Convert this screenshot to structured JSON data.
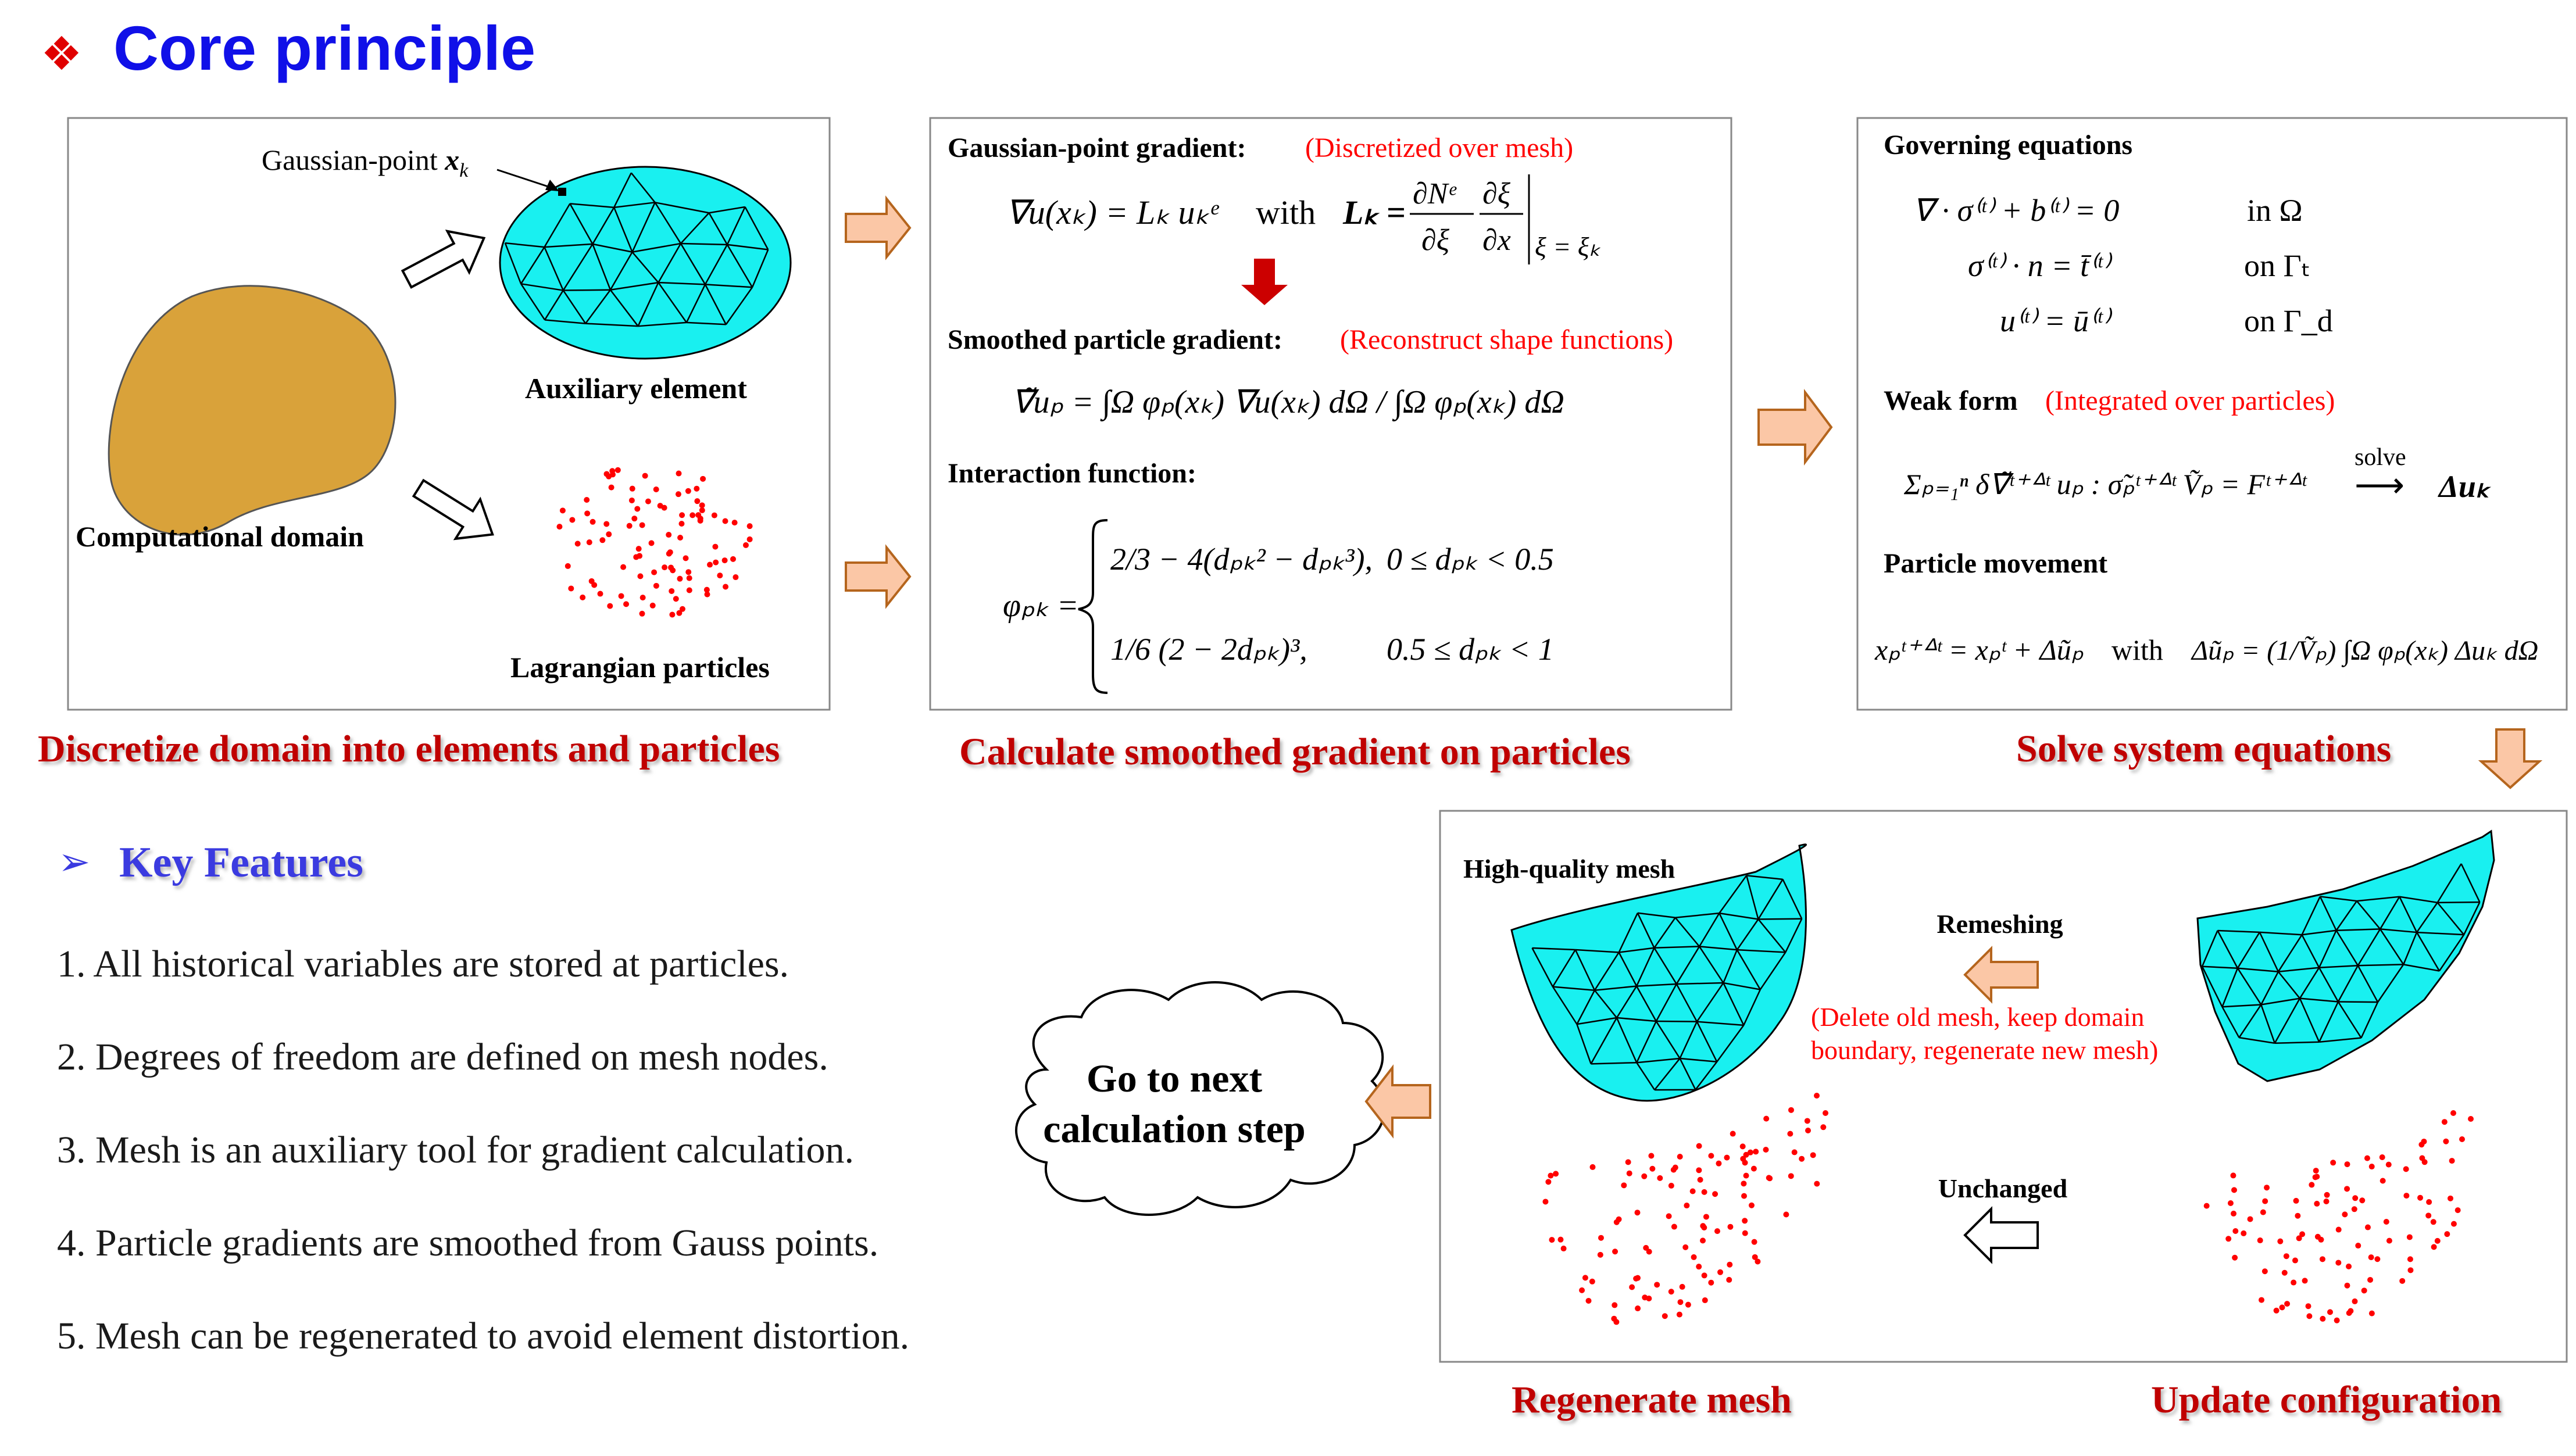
{
  "title": {
    "bullet": "❖",
    "text": "Core principle"
  },
  "step1": {
    "gauss_label": "Gaussian-point ",
    "gauss_sym": "x",
    "gauss_sub": "k",
    "aux_label": "Auxiliary element",
    "domain_label": "Computational domain",
    "particles_label": "Lagrangian particles",
    "caption": "Discretize domain into elements and particles"
  },
  "step2": {
    "gp_title": "Gaussian-point gradient:",
    "gp_note": "(Discretized over mesh)",
    "gp_eq": "∇u(xₖ) = Lₖ uₖᵉ",
    "gp_with": "with",
    "gp_eq2_lhs": "Lₖ =",
    "gp_eq2_num1": "∂Nᵉ",
    "gp_eq2_den1": "∂ξ",
    "gp_eq2_num2": "∂ξ",
    "gp_eq2_den2": "∂x",
    "gp_eq2_eval": "ξ = ξₖ",
    "sp_title": "Smoothed particle gradient:",
    "sp_note": "(Reconstruct shape functions)",
    "sp_eq": "∇̃uₚ = ∫Ω φₚ(xₖ) ∇u(xₖ) dΩ / ∫Ω φₚ(xₖ) dΩ",
    "if_title": "Interaction function:",
    "if_lhs": "φₚₖ =",
    "if_case1": "2/3 − 4(dₚₖ² − dₚₖ³),",
    "if_cond1": "0 ≤ dₚₖ < 0.5",
    "if_case2": "1/6 (2 − 2dₚₖ)³,",
    "if_cond2": "0.5 ≤ dₚₖ < 1",
    "caption": "Calculate smoothed gradient on particles"
  },
  "step3": {
    "gov_title": "Governing equations",
    "gov_eq1": "∇ · σ⁽ᵗ⁾ + b⁽ᵗ⁾ = 0",
    "gov_dom1": "in Ω",
    "gov_eq2": "σ⁽ᵗ⁾ · n = t̄⁽ᵗ⁾",
    "gov_dom2": "on Γₜ",
    "gov_eq3": "u⁽ᵗ⁾ = ū⁽ᵗ⁾",
    "gov_dom3": "on Γ_d",
    "weak_title": "Weak form",
    "weak_note": "(Integrated over particles)",
    "weak_eq": "Σₚ₌₁ⁿ δ∇̃ᵗ⁺ᐞᵗ uₚ : σ̃ₚᵗ⁺ᐞᵗ Ṽₚ = Fᵗ⁺ᐞᵗ",
    "weak_solve": "solve",
    "weak_result": "Δuₖ",
    "move_title": "Particle movement",
    "move_eq": "xₚᵗ⁺ᐞᵗ = xₚᵗ + Δũₚ",
    "move_with": "with",
    "move_eq2": "Δũₚ = (1/Ṽₚ) ∫Ω φₚ(xₖ) Δuₖ dΩ",
    "caption": "Solve system equations"
  },
  "features": {
    "arrow": "➢",
    "title": "Key Features",
    "items": [
      "1. All historical variables are stored at particles.",
      "2. Degrees of freedom are defined on mesh nodes.",
      "3. Mesh is an auxiliary tool for gradient calculation.",
      "4. Particle gradients are smoothed from Gauss points.",
      "5. Mesh can be regenerated to avoid element distortion."
    ]
  },
  "cloud": {
    "line1": "Go to next",
    "line2": "calculation step"
  },
  "step4": {
    "hq_label": "High-quality mesh",
    "remesh_label": "Remeshing",
    "remesh_note1": "(Delete old mesh, keep domain",
    "remesh_note2": "boundary, regenerate new mesh)",
    "unchanged_label": "Unchanged",
    "caption_left": "Regenerate mesh",
    "caption_right": "Update configuration"
  },
  "colors": {
    "title_blue": "#1010e8",
    "caption_red": "#c00000",
    "note_red": "#ff0000",
    "mesh_cyan": "#19f0f0",
    "domain_gold": "#d9a23a",
    "arrow_fill": "#fbc7a6",
    "arrow_stroke": "#b5651d",
    "down_arrow": "#cc0000",
    "features_blue": "#3a3ae0"
  }
}
